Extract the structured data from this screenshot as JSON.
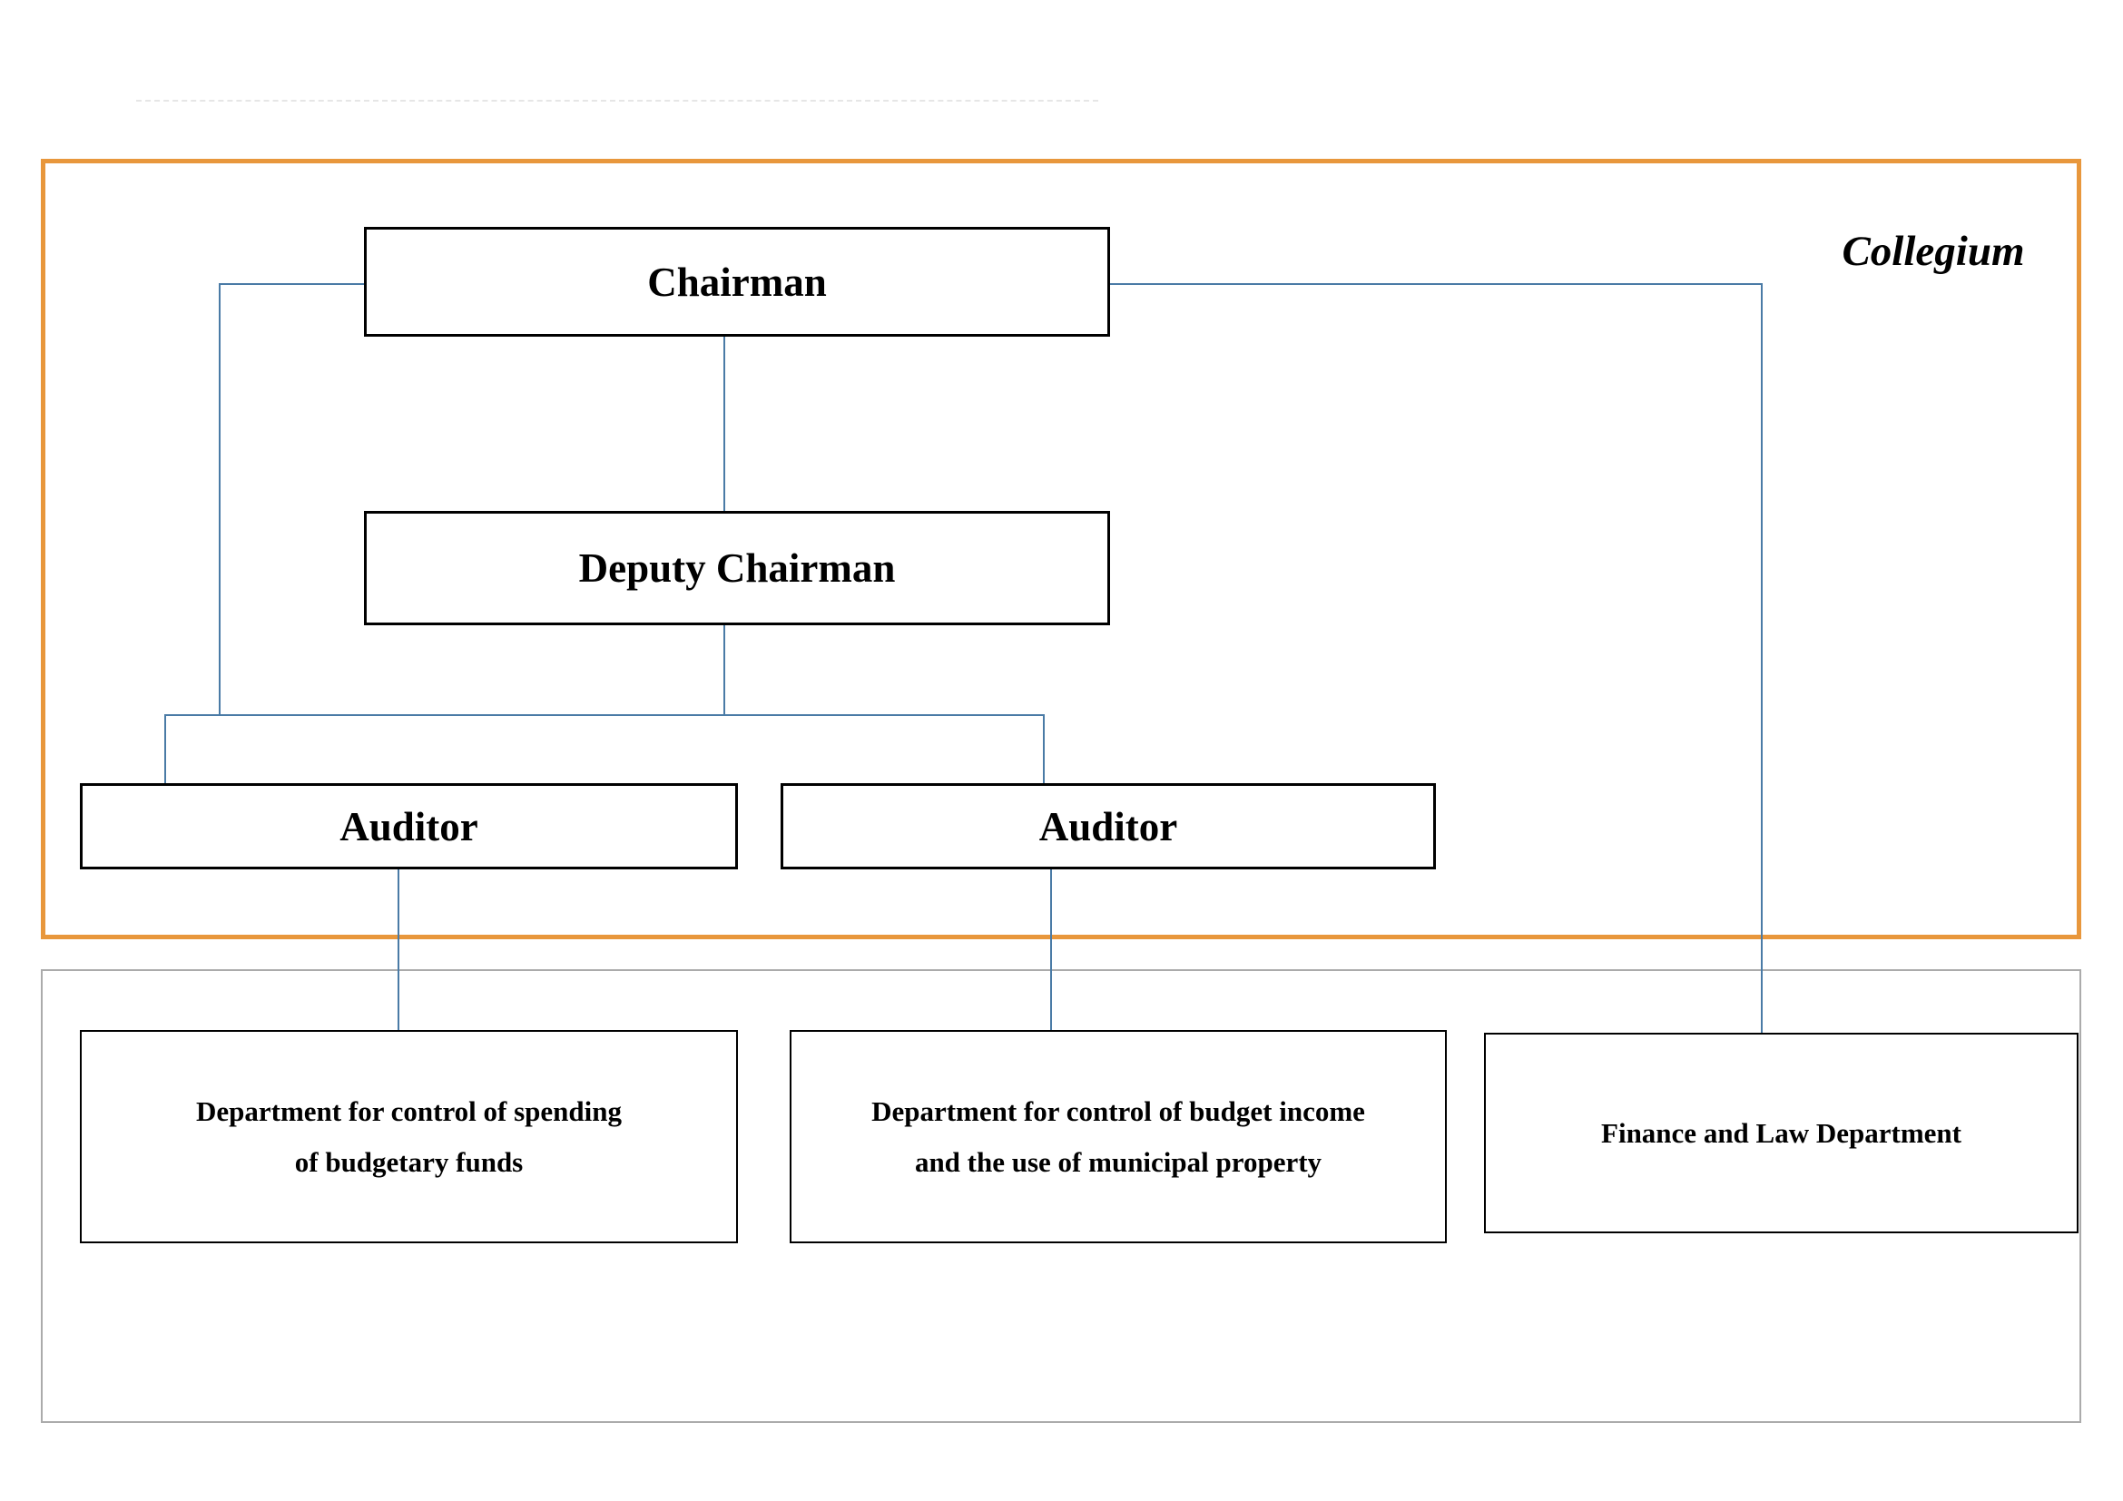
{
  "colors": {
    "collegium_border": "#E8973C",
    "connector": "#4A7BA6",
    "box_border": "#000000",
    "container_border": "#ababab"
  },
  "collegium": {
    "label": "Collegium"
  },
  "nodes": {
    "chairman": {
      "label": "Chairman"
    },
    "deputy_chairman": {
      "label": "Deputy Chairman"
    },
    "auditor_left": {
      "label": "Auditor"
    },
    "auditor_right": {
      "label": "Auditor"
    },
    "dept_spending": {
      "label": "Department for control of spending of budgetary funds"
    },
    "dept_income": {
      "label": "Department for control of budget income and the use of municipal property"
    },
    "dept_finance": {
      "label": "Finance and Law Department"
    }
  }
}
